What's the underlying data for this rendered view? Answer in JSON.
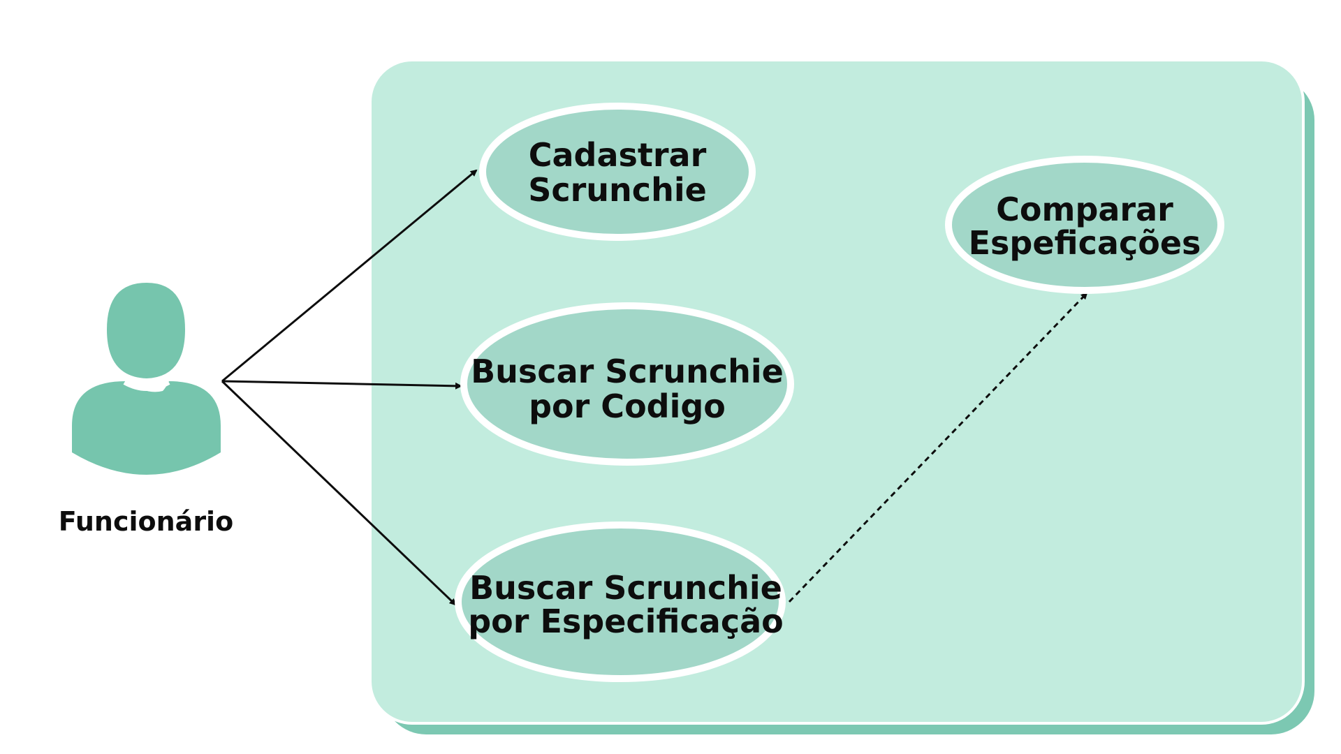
{
  "colors": {
    "background": "#ffffff",
    "system_fill": "#c2ecde",
    "system_shadow": "#7cc8b2",
    "usecase_fill": "#a2d7c8",
    "usecase_border": "#ffffff",
    "actor_fill": "#76c5ad",
    "line": "#0d0d0d"
  },
  "actor": {
    "label": "Funcionário",
    "icon": "person-icon"
  },
  "use_cases": {
    "cadastrar": {
      "line1": "Cadastrar",
      "line2": "Scrunchie"
    },
    "buscar_codigo": {
      "line1": "Buscar Scrunchie",
      "line2": "por Codigo"
    },
    "buscar_especificacao": {
      "line1": "Buscar Scrunchie",
      "line2": "por Especificação"
    },
    "comparar": {
      "line1": "Comparar",
      "line2": "Espeficações"
    }
  },
  "connections": [
    {
      "from": "actor",
      "to": "cadastrar",
      "style": "solid",
      "arrow": true
    },
    {
      "from": "actor",
      "to": "buscar_codigo",
      "style": "solid",
      "arrow": true
    },
    {
      "from": "actor",
      "to": "buscar_especificacao",
      "style": "solid",
      "arrow": true
    },
    {
      "from": "buscar_especificacao",
      "to": "comparar",
      "style": "dashed",
      "arrow": true
    }
  ]
}
